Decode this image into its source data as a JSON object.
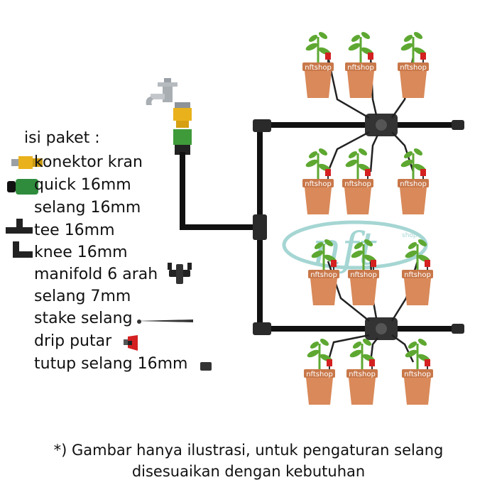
{
  "package": {
    "title": "isi paket :",
    "items": [
      {
        "label": "konektor kran",
        "icon": "faucet-connector-icon"
      },
      {
        "label": "quick 16mm",
        "icon": "quick-connector-icon"
      },
      {
        "label": "selang 16mm",
        "icon": ""
      },
      {
        "label": "tee 16mm",
        "icon": "tee-fitting-icon"
      },
      {
        "label": "knee 16mm",
        "icon": "elbow-fitting-icon"
      },
      {
        "label": "manifold 6 arah",
        "icon": "manifold-icon"
      },
      {
        "label": "selang 7mm",
        "icon": ""
      },
      {
        "label": "stake selang",
        "icon": "stake-icon"
      },
      {
        "label": "drip putar",
        "icon": "drip-emitter-icon"
      },
      {
        "label": "tutup selang 16mm",
        "icon": "hose-cap-icon"
      }
    ]
  },
  "pot_label": "nftshop",
  "watermark": {
    "text": "nft",
    "sub": "shop"
  },
  "footer": {
    "line1": "*) Gambar hanya ilustrasi, untuk pengaturan selang",
    "line2": "disesuaikan dengan kebutuhan"
  },
  "colors": {
    "pot": "#d9895a",
    "pot_rim": "#c9784a",
    "pipe": "#111111",
    "drip": "#d42020",
    "leaf": "#5ea832",
    "watermark": "#3aa6a0"
  }
}
